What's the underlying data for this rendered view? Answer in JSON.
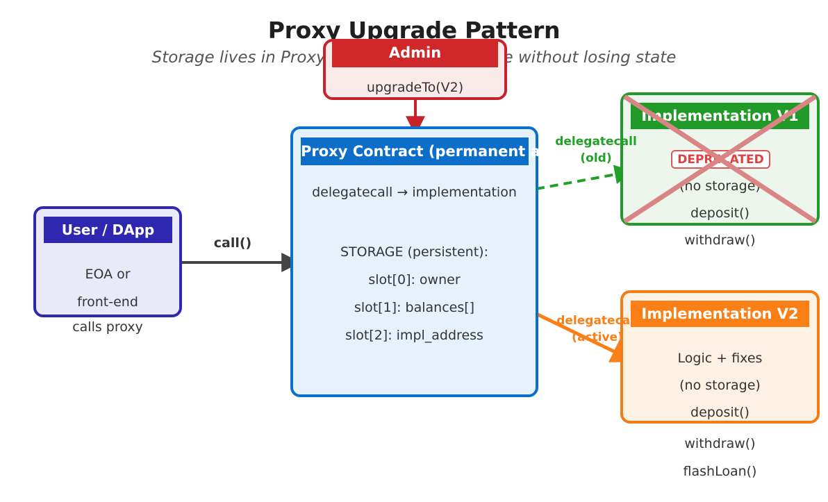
{
  "header": {
    "title": "Proxy Upgrade Pattern",
    "subtitle": "Storage lives in Proxy — logic is upgradeable without losing state"
  },
  "nodes": {
    "admin": {
      "header": "Admin",
      "sublabel": "upgradeTo(V2)",
      "color": "#d0282a",
      "fill": "#fbeaea"
    },
    "proxy": {
      "header": "Proxy  Contract  (permanent address)",
      "line_delegate": "delegatecall → implementation",
      "storage": "STORAGE (persistent):\nslot[0]: owner\nslot[1]: balances[]\nslot[2]: impl_address",
      "color": "#0d6ec9",
      "fill": "#e6f2fb"
    },
    "user": {
      "header": "User / DApp",
      "body": "EOA or\nfront-end",
      "overflow": "calls proxy",
      "color": "#2e28b0",
      "fill": "#e9eaf9"
    },
    "v1": {
      "header": "Implementation V1",
      "badge": "DEPRECATED",
      "body": "(no storage)\ndeposit()",
      "overflow": "withdraw()",
      "color": "#229a29",
      "fill": "#edf6ed",
      "cross_color": "#d98585"
    },
    "v2": {
      "header": "Implementation V2",
      "body": "Logic + fixes\n(no storage)\ndeposit()",
      "overflow": "withdraw()\nflashLoan()",
      "color": "#f97f16",
      "fill": "#fdf1e3"
    }
  },
  "edges": {
    "call": "call()",
    "delegate_old": "delegatecall\n(old)",
    "delegate_active": "delegatecall\n(active)"
  }
}
